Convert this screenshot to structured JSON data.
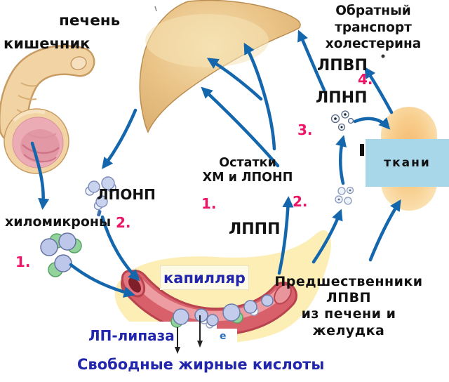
{
  "labels": {
    "liver": "печень",
    "intestine": "кишечник",
    "reverse_transport_line1": "Обратный",
    "reverse_transport_line2": "транспорт",
    "reverse_transport_line3": "холестерина",
    "hdl": "ЛПВП",
    "ldl": "ЛПНП",
    "remnants_line1": "Остатки",
    "remnants_line2": "ХМ и ЛПОНП",
    "idl": "ЛППП",
    "tissues": "ткани",
    "vldl": "ЛПОНП",
    "chylomicrons": "хиломикроны",
    "capillary": "капилляр",
    "lp_lipase": "ЛП-липаза",
    "free_fatty_acids": "Свободные жирные кислоты",
    "hdl_precursors_line1": "Предшественники",
    "hdl_precursors_line2": "ЛПВП",
    "hdl_precursors_line3": "из печени и",
    "hdl_precursors_line4": "желудка",
    "partial_letter": "е"
  },
  "step_numbers": {
    "chylomicron_step": "1.",
    "vldl_step": "2.",
    "remnant_step": "1.",
    "idl_step": "2.",
    "ldl_step": "3.",
    "hdl_step": "4."
  },
  "colors": {
    "arrow_blue": "#1467ad",
    "accent_magenta": "#ed1567",
    "navy_text": "#2126ad",
    "tissues_box_bg": "#a9d7ea",
    "capillary_label_bg": "#fdfae6",
    "liver_fill": "#e9c286",
    "intestine_fill": "#f2d4a4",
    "intestine_inner_pink": "#ecacb6",
    "capillary_red": "#d8606a",
    "yellow_blob": "#fceeb5",
    "tissue_capsule": "#f8cf8f",
    "particle_lavender": "#c3cdeb",
    "particle_green": "#92d39b"
  }
}
